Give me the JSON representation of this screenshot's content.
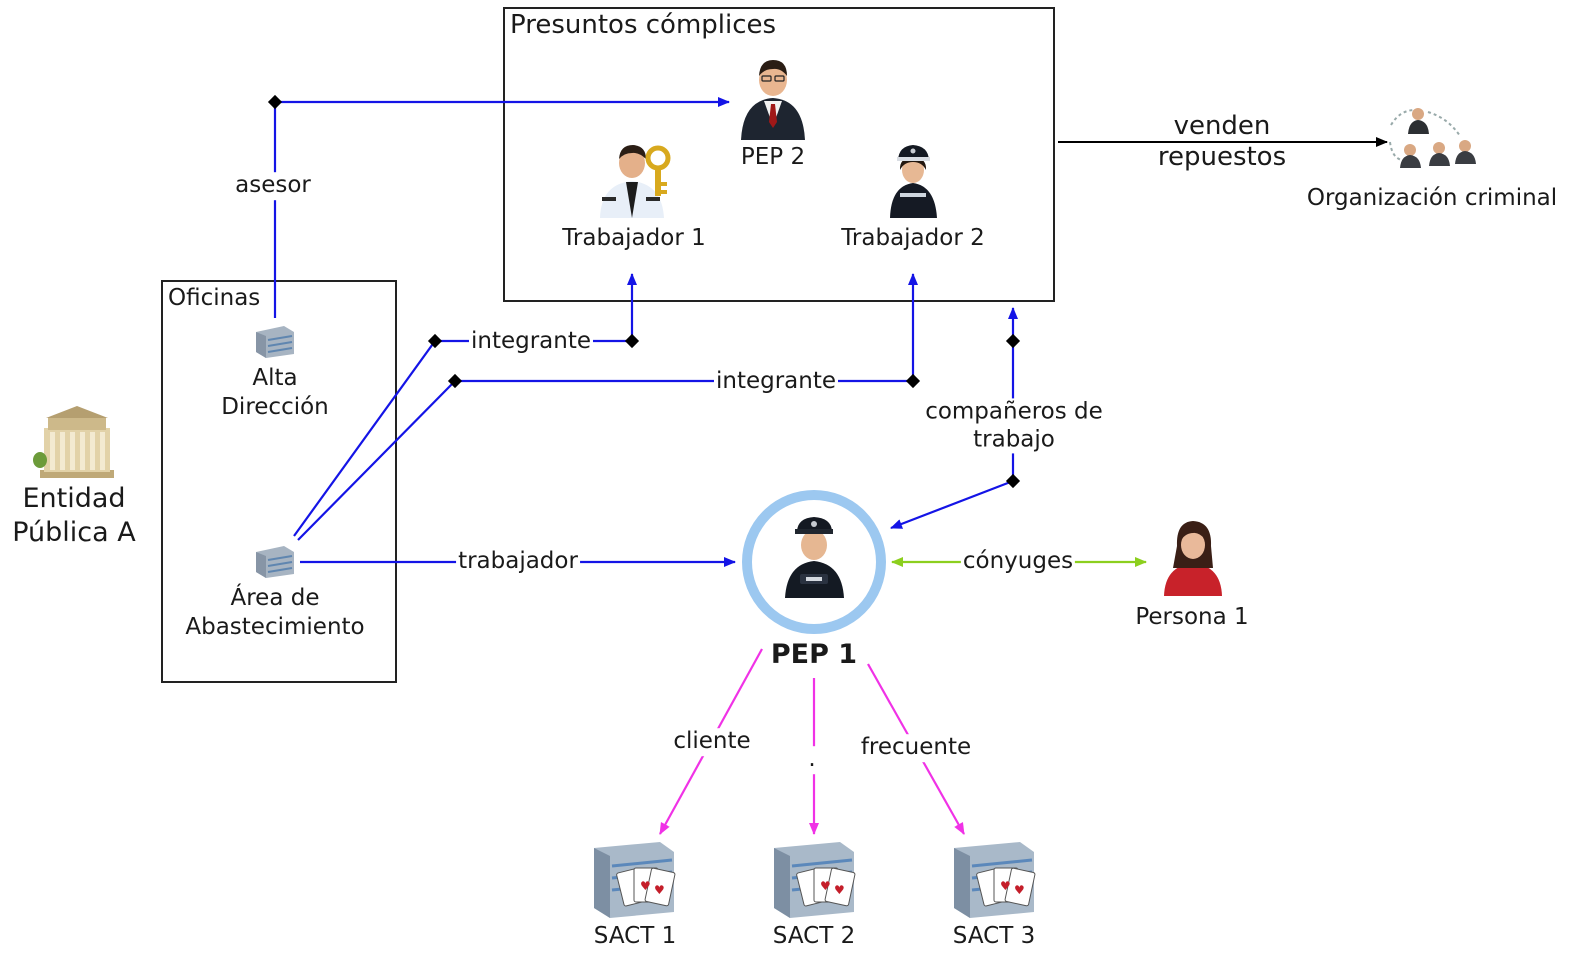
{
  "groups": {
    "complices": "Presuntos cómplices",
    "oficinas": "Oficinas"
  },
  "nodes": {
    "entidad": "Entidad\nPública A",
    "alta": "Alta\nDirección",
    "area": "Área de\nAbastecimiento",
    "pep2": "PEP 2",
    "trab1": "Trabajador 1",
    "trab2": "Trabajador 2",
    "org": "Organización criminal",
    "pep1": "PEP 1",
    "persona1": "Persona 1",
    "sact1": "SACT 1",
    "sact2": "SACT 2",
    "sact3": "SACT 3"
  },
  "edges": {
    "asesor": "asesor",
    "integrante1": "integrante",
    "integrante2": "integrante",
    "companeros": "compañeros de\ntrabajo",
    "trabajador": "trabajador",
    "conyuges": "cónyuges",
    "venden": "venden\nrepuestos",
    "cliente": "cliente",
    "dot": ".",
    "frecuente": "frecuente"
  },
  "colors": {
    "blue_link": "#1414e6",
    "green_link": "#8ccf1e",
    "magenta_link": "#f032e6",
    "black_link": "#000000",
    "pep1_ring": "#9cc8f0"
  }
}
